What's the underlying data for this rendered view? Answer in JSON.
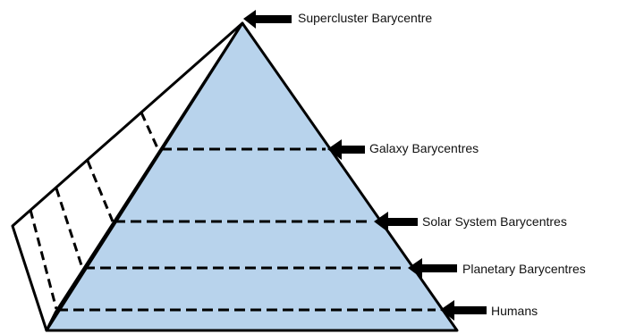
{
  "colors": {
    "fill": "#b8d3ec",
    "stroke": "#000000",
    "text": "#111111"
  },
  "levels": [
    {
      "label": "Supercluster Barycentre"
    },
    {
      "label": "Galaxy Barycentres"
    },
    {
      "label": "Solar System Barycentres"
    },
    {
      "label": "Planetary Barycentres"
    },
    {
      "label": "Humans"
    }
  ]
}
